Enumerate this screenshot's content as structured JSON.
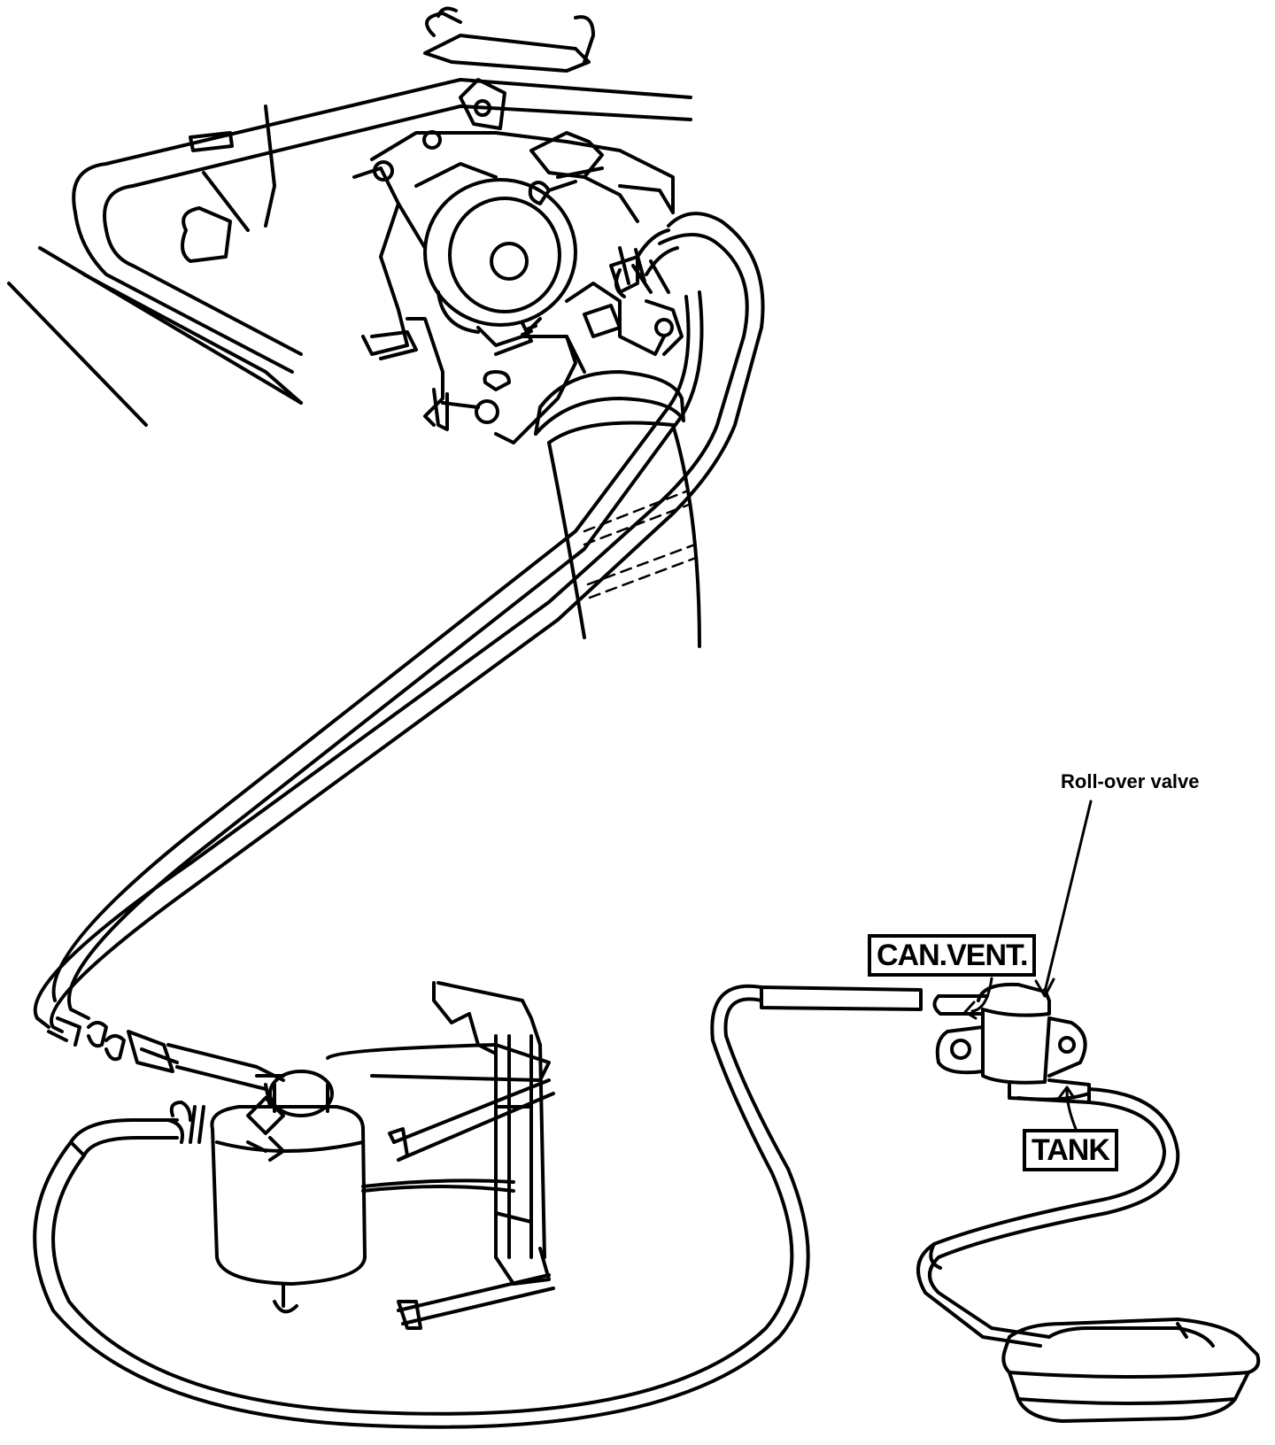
{
  "labels": {
    "rollover_valve": "Roll-over valve",
    "can_vent": "CAN.VENT.",
    "tank": "TANK"
  },
  "colors": {
    "ink": "#000000",
    "paper": "#ffffff"
  }
}
